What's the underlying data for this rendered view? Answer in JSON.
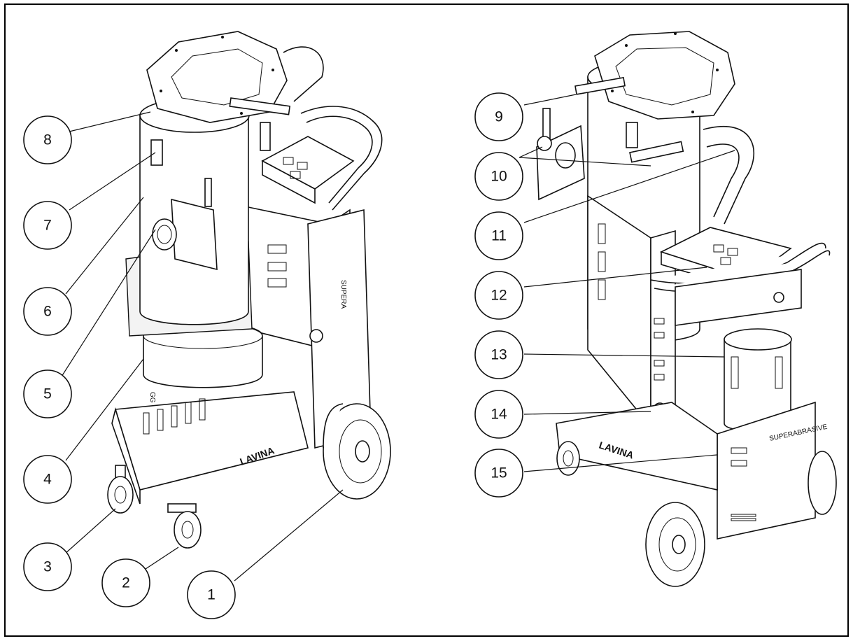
{
  "callouts_left": [
    {
      "id": "c1",
      "label": "1"
    },
    {
      "id": "c2",
      "label": "2"
    },
    {
      "id": "c3",
      "label": "3"
    },
    {
      "id": "c4",
      "label": "4"
    },
    {
      "id": "c5",
      "label": "5"
    },
    {
      "id": "c6",
      "label": "6"
    },
    {
      "id": "c7",
      "label": "7"
    },
    {
      "id": "c8",
      "label": "8"
    }
  ],
  "callouts_right": [
    {
      "id": "c9",
      "label": "9"
    },
    {
      "id": "c10",
      "label": "10"
    },
    {
      "id": "c11",
      "label": "11"
    },
    {
      "id": "c12",
      "label": "12"
    },
    {
      "id": "c13",
      "label": "13"
    },
    {
      "id": "c14",
      "label": "14"
    },
    {
      "id": "c15",
      "label": "15"
    }
  ],
  "brand": {
    "left_side": "LAVINA",
    "left_rear": "SUPERA",
    "left_base": "GG",
    "right_base": "LAVINA",
    "right_panel": "SUPERABRASIVE"
  }
}
